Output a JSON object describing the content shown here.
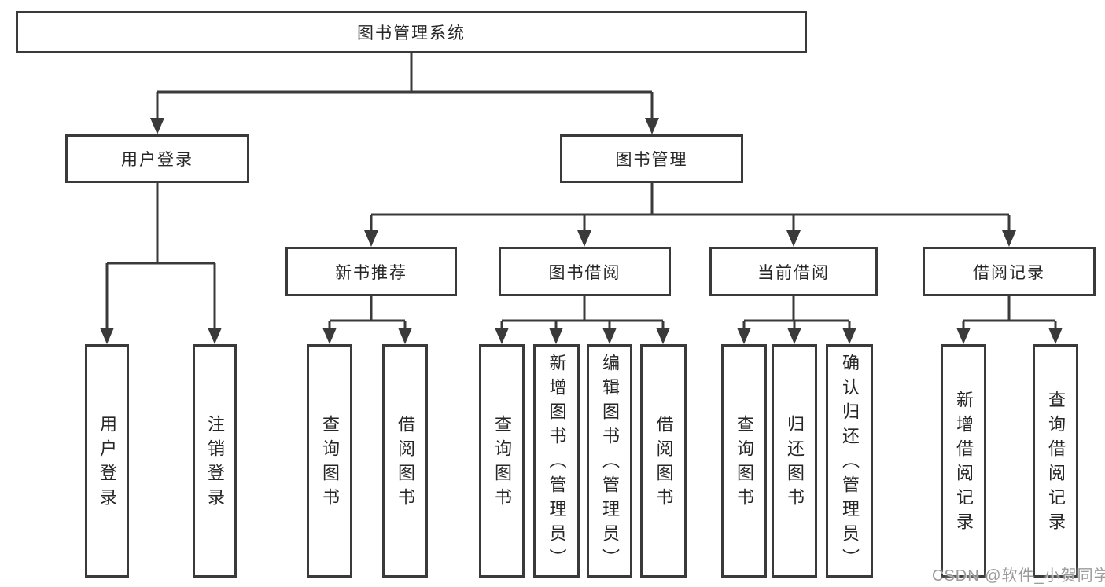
{
  "diagram": {
    "root_label": "图书管理系统",
    "login": {
      "label": "用户登录",
      "children": [
        {
          "label": "用户登录"
        },
        {
          "label": "注销登录"
        }
      ]
    },
    "management": {
      "label": "图书管理",
      "groups": [
        {
          "label": "新书推荐",
          "children": [
            {
              "label": "查询图书"
            },
            {
              "label": "借阅图书"
            }
          ]
        },
        {
          "label": "图书借阅",
          "children": [
            {
              "label": "查询图书"
            },
            {
              "label": "新增图书（管理员）"
            },
            {
              "label": "编辑图书（管理员）"
            },
            {
              "label": "借阅图书"
            }
          ]
        },
        {
          "label": "当前借阅",
          "children": [
            {
              "label": "查询图书"
            },
            {
              "label": "归还图书"
            },
            {
              "label": "确认归还（管理员）"
            }
          ]
        },
        {
          "label": "借阅记录",
          "children": [
            {
              "label": "新增借阅记录"
            },
            {
              "label": "查询借阅记录"
            }
          ]
        }
      ]
    },
    "watermark": "CSDN @软件_小贺同学"
  },
  "colors": {
    "line-color": "#3a3a3a",
    "text-color": "#262626",
    "watermark-color": "#9b9b9b"
  }
}
